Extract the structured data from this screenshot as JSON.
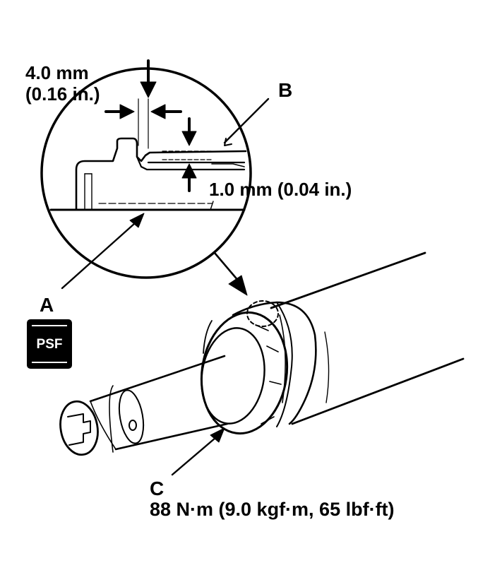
{
  "figure": {
    "gap_width_line1": "4.0 mm",
    "gap_width_line2": "(0.16 in.)",
    "gap_height": "1.0 mm (0.04 in.)",
    "callout_a": "A",
    "callout_b": "B",
    "callout_c": "C",
    "torque_spec": "88 N·m (9.0 kgf·m, 65 lbf·ft)",
    "badge_text": "PSF"
  }
}
